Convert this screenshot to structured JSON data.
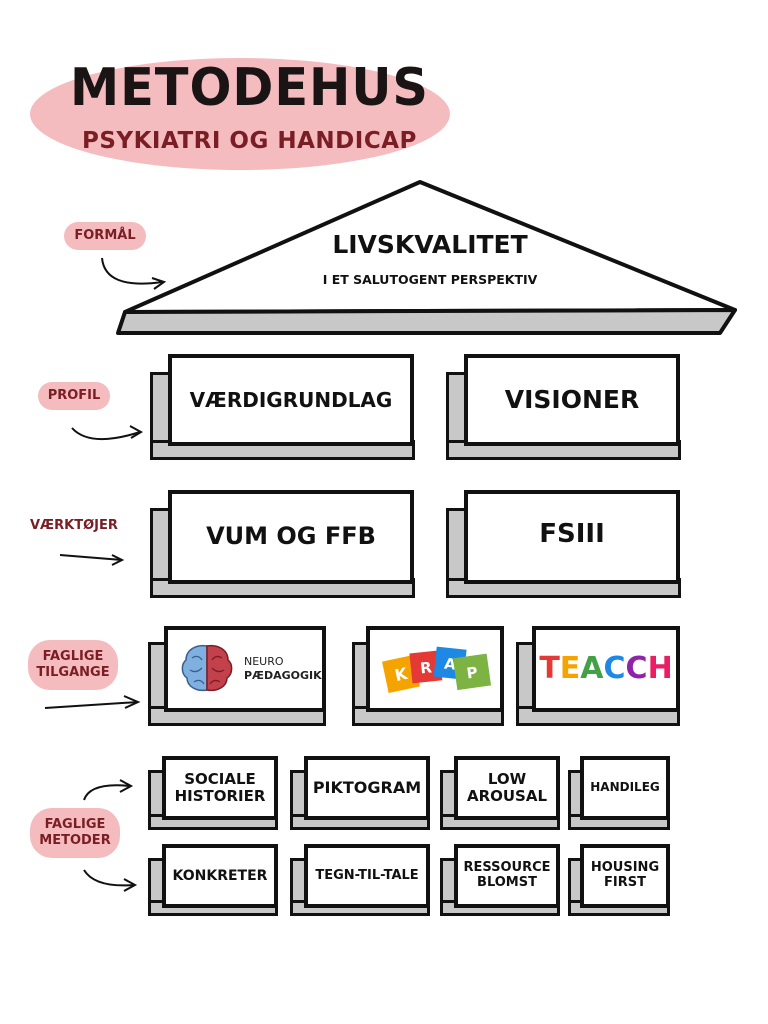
{
  "title": "METODEHUS",
  "subtitle": "PSYKIATRI OG HANDICAP",
  "roof": {
    "title": "LIVSKVALITET",
    "subtitle": "I ET SALUTOGENT PERSPEKTIV"
  },
  "labels": {
    "formaal": "FORMÅL",
    "profil": "PROFIL",
    "vaerktoejer": "VÆRKTØJER",
    "faglige_tilgange": "FAGLIGE TILGANGE",
    "faglige_metoder": "FAGLIGE METODER"
  },
  "profil": [
    "VÆRDIGRUNDLAG",
    "VISIONER"
  ],
  "vaerktoejer": [
    "VUM OG FFB",
    "FSIII"
  ],
  "tilgange": {
    "neuro_line1": "NEURO",
    "neuro_line2": "PÆDAGOGIK",
    "krap_letters": [
      "K",
      "R",
      "A",
      "P"
    ],
    "teacch_letters": [
      "T",
      "E",
      "A",
      "C",
      "C",
      "H"
    ]
  },
  "metoder_row1": [
    "SOCIALE HISTORIER",
    "PIKTOGRAM",
    "LOW AROUSAL",
    "HANDILEG"
  ],
  "metoder_row2": [
    "KONKRETER",
    "TEGN-TIL-TALE",
    "RESSOURCE BLOMST",
    "HOUSING FIRST"
  ],
  "colors": {
    "pink": "#f4bcbf",
    "maroon": "#7a1d24",
    "shadow": "#c8c8c8",
    "teacch": [
      "#e53935",
      "#f4a300",
      "#43a047",
      "#1e88e5",
      "#8e24aa",
      "#e91e63"
    ],
    "krap": [
      "#f4a300",
      "#e53935",
      "#1e88e5",
      "#7cb342"
    ]
  }
}
